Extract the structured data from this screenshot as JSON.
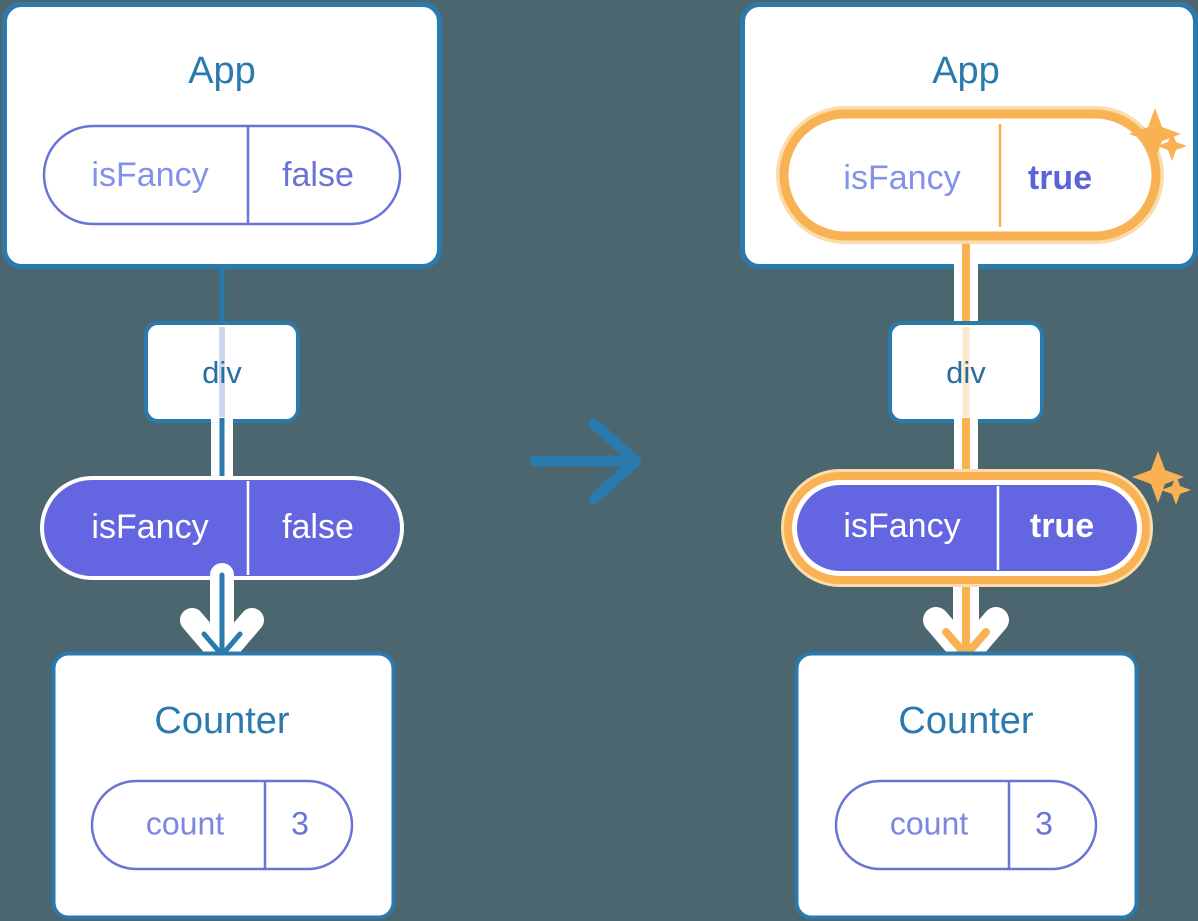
{
  "meta": {
    "title": "React state flow: isFancy false to true",
    "background_color": "#4b666f"
  },
  "colors": {
    "panel_border_blue": "#2a7aad",
    "panel_fill": "#ffffff",
    "title_blue": "#2a7aad",
    "pill_outline_purple": "#6a74d6",
    "pill_fill_purple": "#6366e0",
    "highlight_orange": "#f8b254",
    "highlight_orange_glow": "#fbdcab",
    "connector_blue": "#2a7aad",
    "connector_blue_pale": "#ccd7ee",
    "connector_orange_pale": "#fbe8cd",
    "arrow_white_outline": "#ffffff"
  },
  "center_arrow": {
    "icon": "arrow-right-icon",
    "color": "#2a7aad"
  },
  "panels": [
    {
      "id": "before",
      "app": {
        "title": "App",
        "state_pill": {
          "key": "isFancy",
          "value": "false",
          "style": "outline",
          "highlighted": false,
          "sparkles": false
        }
      },
      "div_node": {
        "label": "div"
      },
      "prop_pill": {
        "key": "isFancy",
        "value": "false",
        "style": "filled",
        "highlighted": false,
        "sparkles": false
      },
      "counter": {
        "title": "Counter",
        "state_pill": {
          "key": "count",
          "value": "3",
          "style": "outline",
          "highlighted": false,
          "sparkles": false
        }
      }
    },
    {
      "id": "after",
      "app": {
        "title": "App",
        "state_pill": {
          "key": "isFancy",
          "value": "true",
          "style": "outline",
          "highlighted": true,
          "sparkles": true
        }
      },
      "div_node": {
        "label": "div"
      },
      "prop_pill": {
        "key": "isFancy",
        "value": "true",
        "style": "filled",
        "highlighted": true,
        "sparkles": true
      },
      "counter": {
        "title": "Counter",
        "state_pill": {
          "key": "count",
          "value": "3",
          "style": "outline",
          "highlighted": false,
          "sparkles": false
        }
      }
    }
  ]
}
